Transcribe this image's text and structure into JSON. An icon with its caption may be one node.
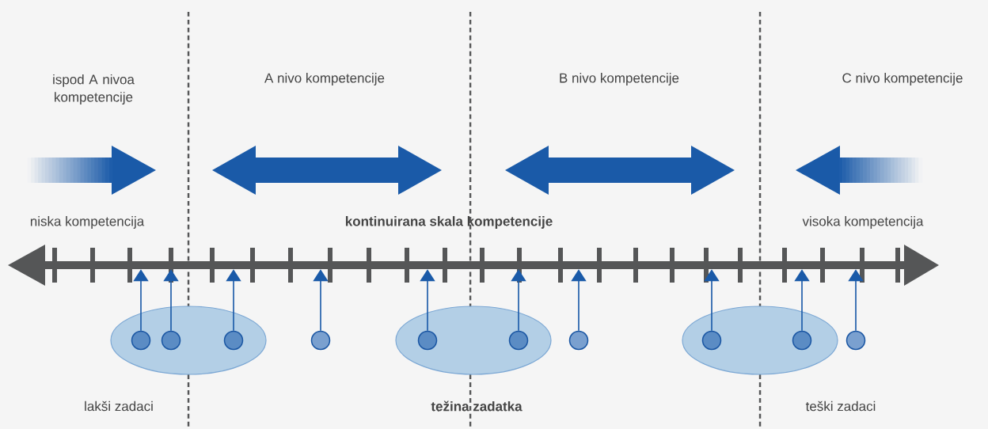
{
  "diagram": {
    "nodes": [
      {
        "text": [],
        "shape": "bar"
      },
      {
        "text": [],
        "shape": "ellipse"
      },
      {
        "text": [],
        "shape": "circle",
        "in": 1
      },
      {
        "text": [],
        "shape": "circle",
        "in": 1
      },
      {
        "text": [],
        "shape": "circle",
        "in": 1
      },
      {
        "text": [],
        "shape": "circle"
      },
      {
        "text": [],
        "shape": "ellipse"
      },
      {
        "text": [],
        "shape": "circle",
        "in": 6
      },
      {
        "text": [],
        "shape": "circle",
        "in": 6
      },
      {
        "text": [],
        "shape": "circle"
      },
      {
        "text": [],
        "shape": "ellipse"
      },
      {
        "text": [],
        "shape": "circle",
        "in": 10
      },
      {
        "text": [],
        "shape": "circle",
        "in": 10
      },
      {
        "text": [],
        "shape": "circle"
      }
    ],
    "edges": [
      {
        "from": 2,
        "to": 0,
        "arrow": "to"
      },
      {
        "from": 3,
        "to": 0,
        "arrow": "to"
      },
      {
        "from": 4,
        "to": 0,
        "arrow": "to"
      },
      {
        "from": 5,
        "to": 0,
        "arrow": "to"
      },
      {
        "from": 7,
        "to": 0,
        "arrow": "to"
      },
      {
        "from": 8,
        "to": 0,
        "arrow": "to"
      },
      {
        "from": 9,
        "to": 0,
        "arrow": "to"
      },
      {
        "from": 11,
        "to": 0,
        "arrow": "to"
      },
      {
        "from": 12,
        "to": 0,
        "arrow": "to"
      },
      {
        "from": 13,
        "to": 0,
        "arrow": "to"
      }
    ],
    "labels": [
      "ispod A nivoa kompetencije",
      "A nivo kompetencije",
      "B nivo kompetencije",
      "C nivo kompetencije",
      "niska kompetencija",
      "kontinuirana skala kompetencije",
      "visoka kompetencija",
      "lakši zadaci",
      "težina zadatka",
      "teški zadaci"
    ]
  }
}
